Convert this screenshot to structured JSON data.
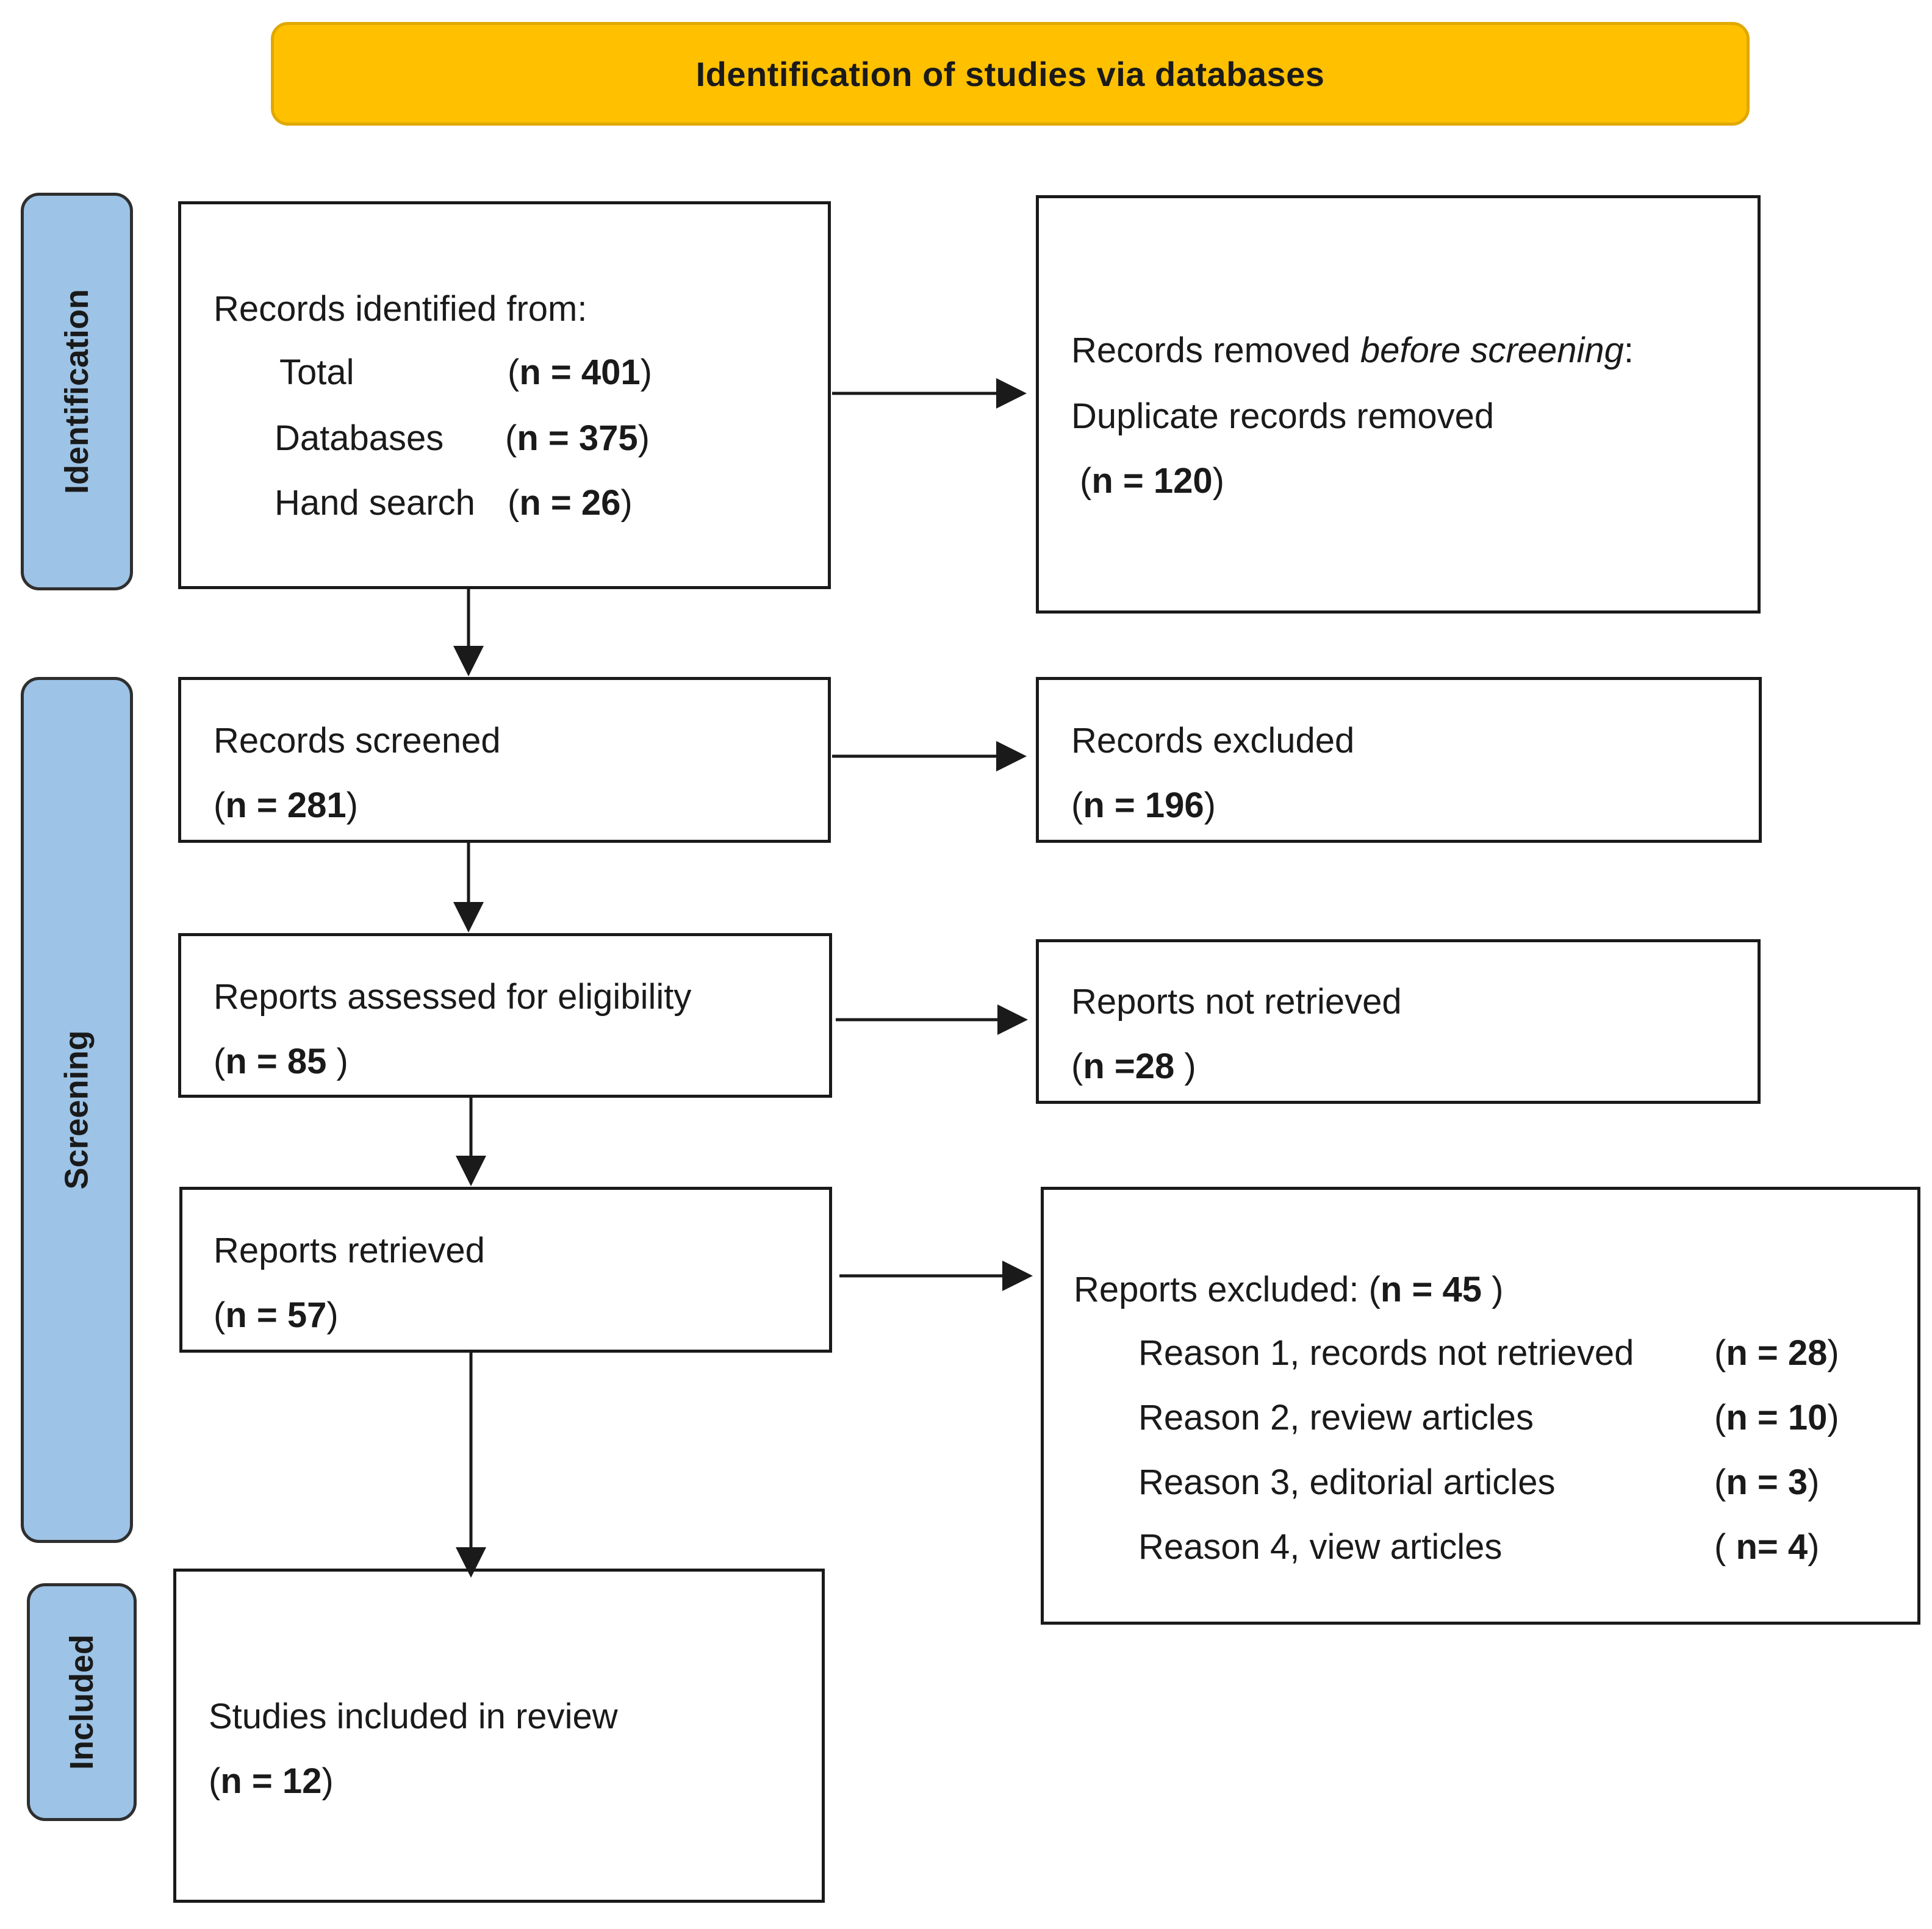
{
  "banner": {
    "title": "Identification of studies via databases"
  },
  "phases": {
    "identification": "Identification",
    "screening": "Screening",
    "included": "Included"
  },
  "identified": {
    "heading": "Records identified from:",
    "rows": [
      {
        "label": "Total",
        "open": "(",
        "n": "n = 401",
        "close": ")"
      },
      {
        "label": "Databases",
        "open": "(",
        "n": "n = 375",
        "close": ")"
      },
      {
        "label": "Hand search",
        "open": "(",
        "n": "n = 26",
        "close": ")"
      }
    ]
  },
  "removed": {
    "line1_prefix": "Records removed ",
    "line1_italic": "before screening",
    "line1_suffix": ":",
    "line2": "Duplicate records removed",
    "open": "(",
    "n": "n = 120",
    "close": ")"
  },
  "screened": {
    "label": "Records screened",
    "open": "(",
    "n": "n = 281",
    "close": ")"
  },
  "excluded_records": {
    "label": "Records excluded",
    "open": "(",
    "n": "n = 196",
    "close": ")"
  },
  "assessed": {
    "label": "Reports assessed for eligibility",
    "open": "(",
    "n": "n = 85",
    "close": " )"
  },
  "not_retrieved": {
    "label": "Reports not retrieved",
    "open": "(",
    "n": "n =28",
    "close": " )"
  },
  "retrieved": {
    "label": "Reports retrieved",
    "open": "(",
    "n": "n = 57",
    "close": ")"
  },
  "reports_excluded": {
    "heading_prefix": "Reports excluded: (",
    "heading_n": "n = 45",
    "heading_suffix": " )",
    "reasons": [
      {
        "label": "Reason 1, records not retrieved",
        "open": "(",
        "n": "n = 28",
        "close": ")"
      },
      {
        "label": "Reason 2, review articles",
        "open": "(",
        "n": "n = 10",
        "close": ")"
      },
      {
        "label": "Reason 3, editorial articles",
        "open": "(",
        "n": "n = 3",
        "close": ")"
      },
      {
        "label": "Reason 4, view articles",
        "open": "( ",
        "n": "n= 4",
        "close": ")"
      }
    ]
  },
  "included": {
    "label": "Studies included in review",
    "open": "(",
    "n": "n = 12",
    "close": ")"
  }
}
